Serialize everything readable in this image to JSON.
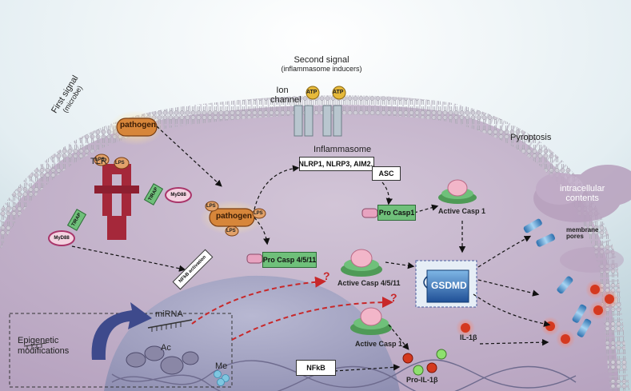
{
  "signals": {
    "first": "First signal",
    "first_sub": "(microbe)",
    "second": "Second signal",
    "second_sub": "(inflammasome inducers)"
  },
  "labels": {
    "ion_channel": "Ion channel",
    "atp": "ATP",
    "pathogen": "pathogen",
    "lps": "LPS",
    "tlr": "TLR",
    "tirap": "TIRAP",
    "myd88": "MyD88",
    "nfkb_activation": "NFkB activation",
    "inflammasome": "Inflammasome",
    "sensors": "NLRP1, NLRP3, AIM2..",
    "asc": "ASC",
    "pro_casp1": "Pro Casp1",
    "active_casp1": "Active Casp 1",
    "pro_casp4511": "Pro Casp 4/5/11",
    "active_casp4511": "Active Casp 4/5/11",
    "gsdmd": "GSDMD",
    "pyroptosis": "Pyroptosis",
    "intracellular": "intracellular\ncontents",
    "membrane_pores": "membrane\npores",
    "epigenetic": "Epigenetic\nmodifications",
    "mirna": "miRNA",
    "ac": "Ac",
    "me": "Me",
    "nfkb": "NFkB",
    "il1b": "IL-1β",
    "pro_il1b": "Pro-IL-1β",
    "question": "?"
  },
  "colors": {
    "background": "#d6e6ec",
    "cytoplasm": "#c4b3ca",
    "nucleus": "#a9a8c4",
    "membrane_lipid": "#d8d6dc",
    "pathogen_fill": "#d7863a",
    "pathogen_glow": "#f6c26b",
    "tlr_red": "#a5283a",
    "casp_green": "#6fc07a",
    "pro_pink": "#e7a3c0",
    "il1b_red": "#d4391f",
    "gsdmd_blue": "#1f5fa8",
    "pore_blue": "#4fa3d6",
    "arrow_red": "#c8282a"
  }
}
